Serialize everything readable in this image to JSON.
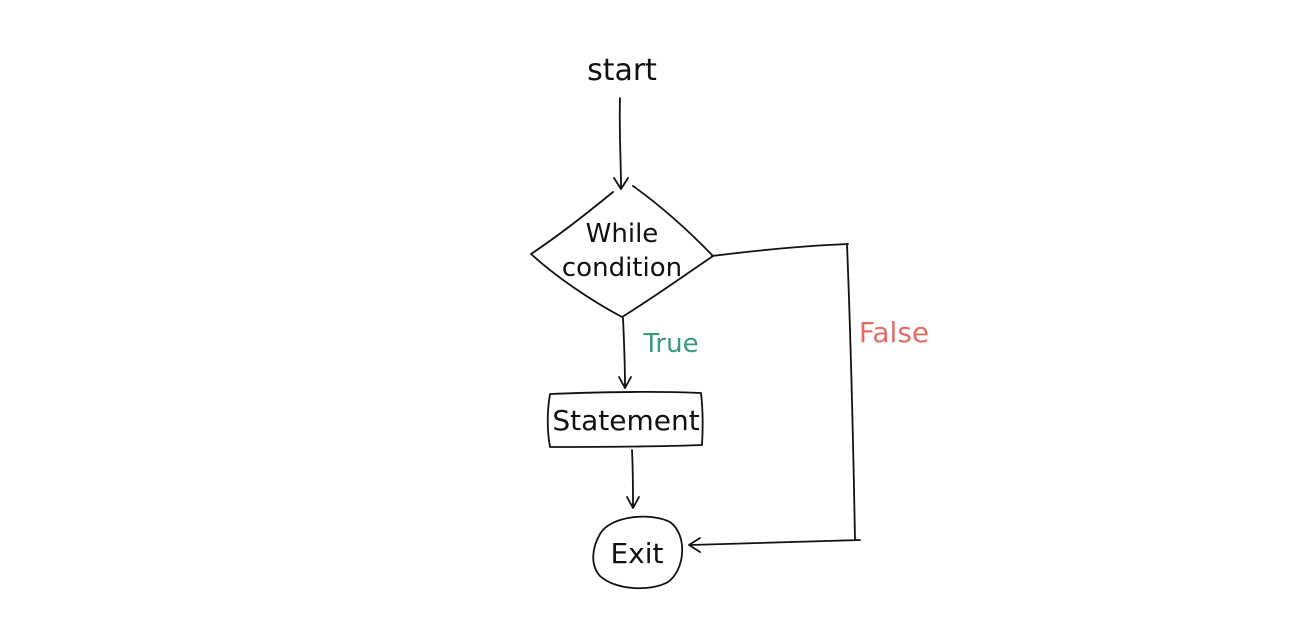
{
  "nodes": {
    "start": "start",
    "condition_line1": "While",
    "condition_line2": "condition",
    "statement": "Statement",
    "exit": "Exit"
  },
  "edges": {
    "true_label": "True",
    "false_label": "False"
  },
  "colors": {
    "stroke": "#111111",
    "true": "#3a9a7a",
    "false": "#e36b64"
  }
}
